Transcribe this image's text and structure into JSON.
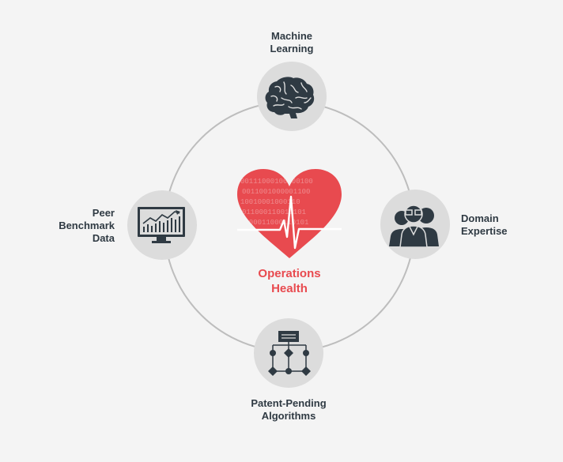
{
  "center": {
    "title_line1": "Operations",
    "title_line2": "Health",
    "heart_color": "#e84a4f",
    "binary_rows": [
      "00111000100000100",
      "0011001000001100",
      "10010001000110",
      "011000110011101",
      "1100011000110101"
    ]
  },
  "nodes": [
    {
      "id": "machine-learning",
      "line1": "Machine",
      "line2": "Learning",
      "icon": "brain-icon"
    },
    {
      "id": "domain-expertise",
      "line1": "Domain",
      "line2": "Expertise",
      "icon": "people-icon"
    },
    {
      "id": "patent-pending-algorithms",
      "line1": "Patent-Pending",
      "line2": "Algorithms",
      "icon": "flowchart-icon"
    },
    {
      "id": "peer-benchmark-data",
      "line1": "Peer",
      "line2": "Benchmark",
      "line3": "Data",
      "icon": "monitor-chart-icon"
    }
  ],
  "colors": {
    "background": "#f4f4f4",
    "ring": "#bdbdbd",
    "node_fill": "#dcdcdc",
    "icon": "#2f3a43",
    "accent": "#e84a4f"
  }
}
